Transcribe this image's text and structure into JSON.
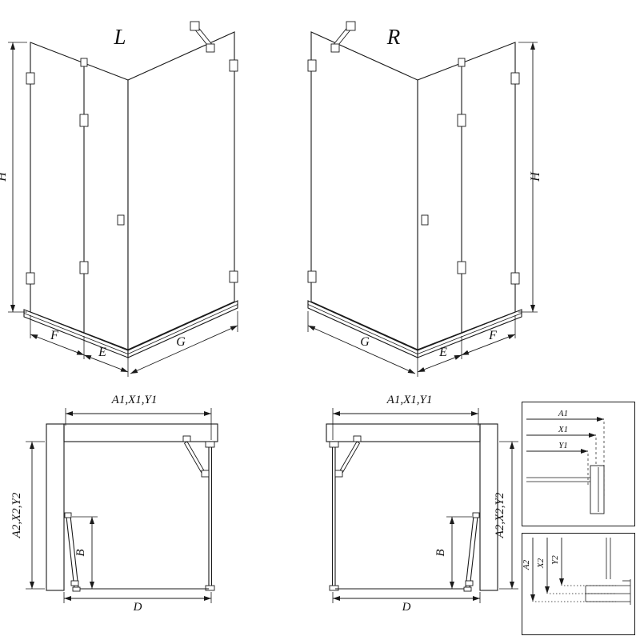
{
  "page": {
    "background": "#ffffff",
    "line_color": "#1a1a1a"
  },
  "iso_left": {
    "label": "L",
    "dim_h": "H",
    "dim_f": "F",
    "dim_e": "E",
    "dim_g": "G"
  },
  "iso_right": {
    "label": "R",
    "dim_h": "H",
    "dim_f": "F",
    "dim_e": "E",
    "dim_g": "G"
  },
  "plan_left": {
    "dim_width": "A1,X1,Y1",
    "dim_depth": "A2,X2,Y2",
    "dim_door": "B",
    "dim_opening": "D"
  },
  "plan_right": {
    "dim_width": "A1,X1,Y1",
    "dim_depth": "A2,X2,Y2",
    "dim_door": "B",
    "dim_opening": "D"
  },
  "detail_width": {
    "dims": [
      "A1",
      "X1",
      "Y1"
    ]
  },
  "detail_depth": {
    "dims": [
      "A2",
      "X2",
      "Y2"
    ]
  }
}
